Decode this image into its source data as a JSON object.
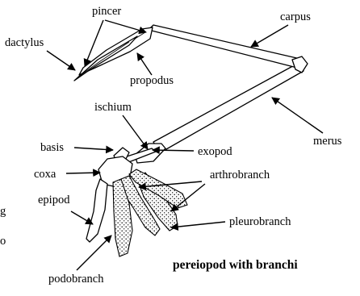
{
  "labels": {
    "pincer": "pincer",
    "carpus": "carpus",
    "dactylus": "dactylus",
    "propodus": "propodus",
    "ischium": "ischium",
    "merus": "merus",
    "basis": "basis",
    "exopod": "exopod",
    "coxa": "coxa",
    "arthrobranch": "arthrobranch",
    "epipod": "epipod",
    "pleurobranch": "pleurobranch",
    "podobranch": "podobranch"
  },
  "caption": "pereiopod with branchi",
  "edge_fragments": {
    "fragment_1": "g",
    "fragment_2": "o"
  }
}
